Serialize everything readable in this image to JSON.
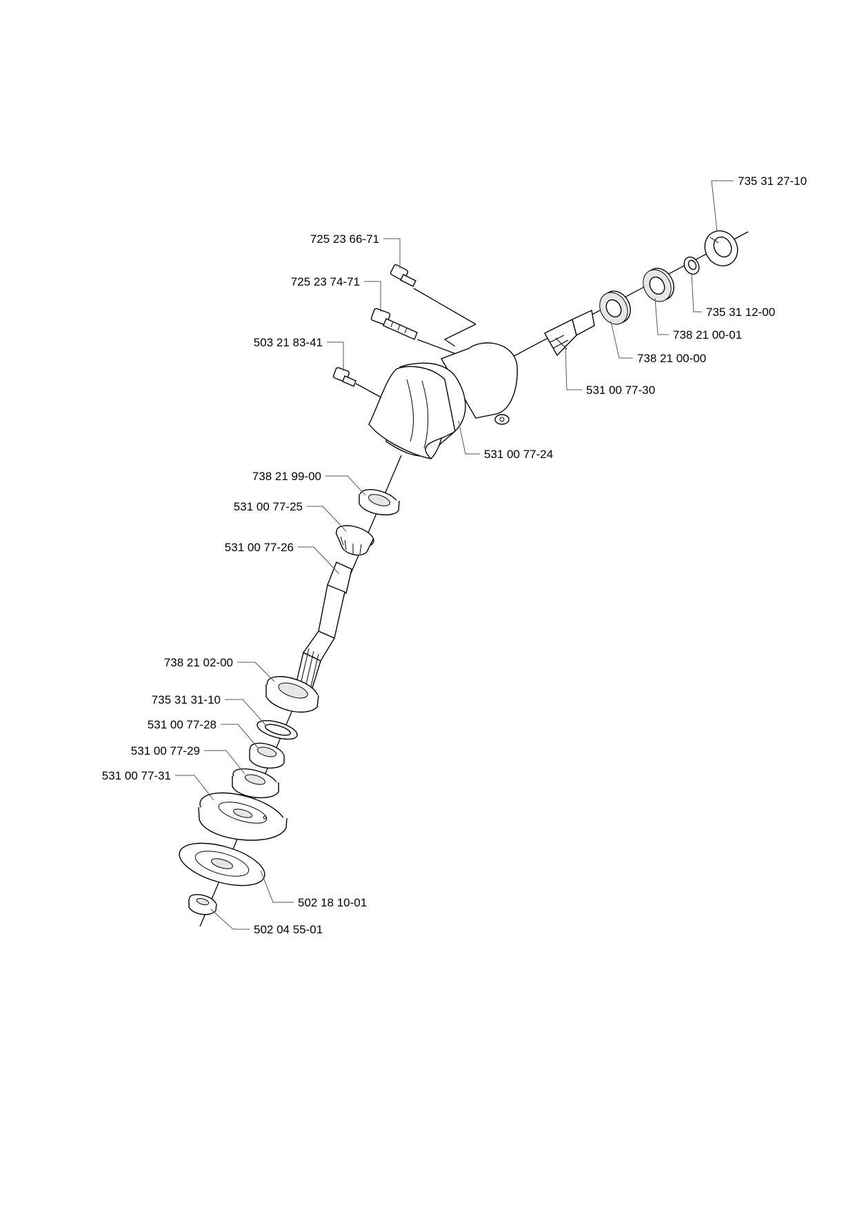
{
  "colors": {
    "ink": "#000000",
    "leader": "#555555",
    "background": "#ffffff"
  },
  "parts": [
    {
      "name": "735-31-27-10",
      "number": "735 31 27-10"
    },
    {
      "name": "725-23-66-71",
      "number": "725 23 66-71"
    },
    {
      "name": "725-23-74-71",
      "number": "725 23 74-71"
    },
    {
      "name": "735-31-12-00",
      "number": "735 31 12-00"
    },
    {
      "name": "738-21-00-01",
      "number": "738 21 00-01"
    },
    {
      "name": "503-21-83-41",
      "number": "503 21 83-41"
    },
    {
      "name": "738-21-00-00",
      "number": "738 21 00-00"
    },
    {
      "name": "531-00-77-30",
      "number": "531 00 77-30"
    },
    {
      "name": "531-00-77-24",
      "number": "531 00 77-24"
    },
    {
      "name": "738-21-99-00",
      "number": "738 21 99-00"
    },
    {
      "name": "531-00-77-25",
      "number": "531 00 77-25"
    },
    {
      "name": "531-00-77-26",
      "number": "531 00 77-26"
    },
    {
      "name": "738-21-02-00",
      "number": "738 21 02-00"
    },
    {
      "name": "735-31-31-10",
      "number": "735 31 31-10"
    },
    {
      "name": "531-00-77-28",
      "number": "531 00 77-28"
    },
    {
      "name": "531-00-77-29",
      "number": "531 00 77-29"
    },
    {
      "name": "531-00-77-31",
      "number": "531 00 77-31"
    },
    {
      "name": "502-18-10-01",
      "number": "502 18 10-01"
    },
    {
      "name": "502-04-55-01",
      "number": "502 04 55-01"
    }
  ]
}
